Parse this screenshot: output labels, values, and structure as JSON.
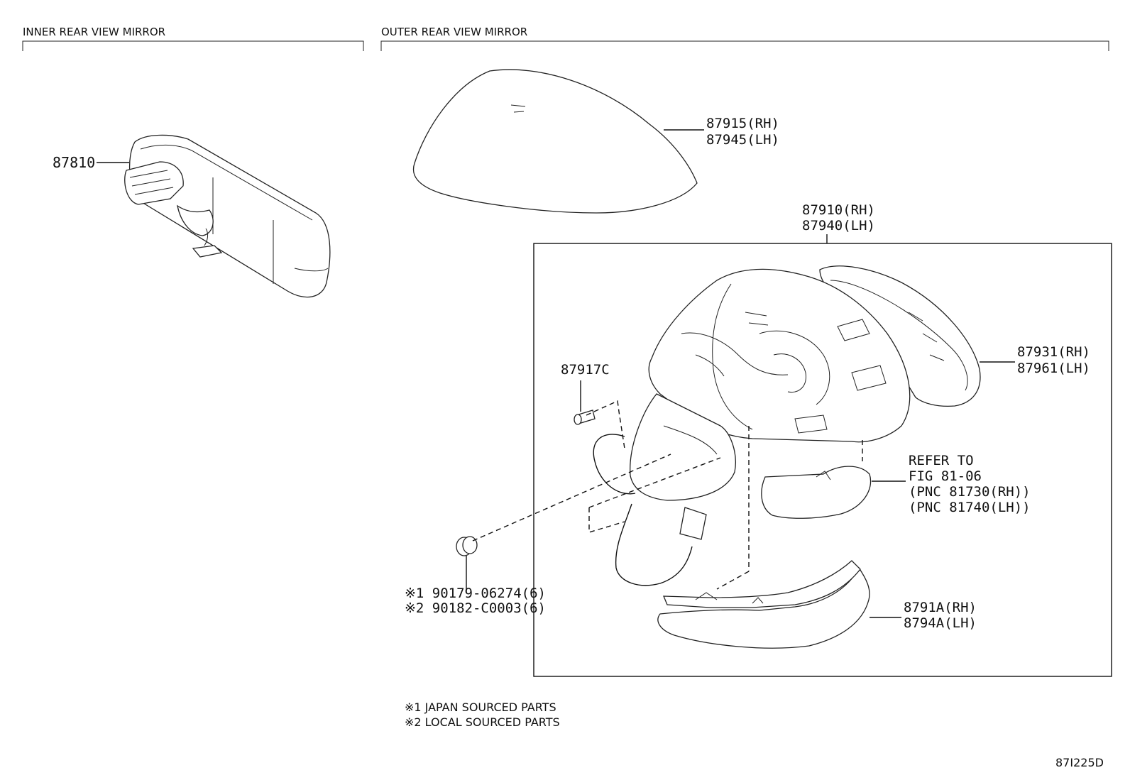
{
  "sections": {
    "inner": {
      "title": "INNER REAR VIEW MIRROR"
    },
    "outer": {
      "title": "OUTER REAR VIEW MIRROR"
    }
  },
  "parts": {
    "inner_mirror": "87810",
    "cover_rh": "87915(RH)",
    "cover_lh": "87945(LH)",
    "assy_rh": "87910(RH)",
    "assy_lh": "87940(LH)",
    "screw": "87917C",
    "glass_rh": "87931(RH)",
    "glass_lh": "87961(LH)",
    "refer_1": "REFER TO",
    "refer_2": "FIG 81-06",
    "refer_3": "(PNC 81730(RH))",
    "refer_4": "(PNC 81740(LH))",
    "clip_1": "※1 90179-06274(6)",
    "clip_2": "※2 90182-C0003(6)",
    "lamp_rh": "8791A(RH)",
    "lamp_lh": "8794A(LH)"
  },
  "notes": {
    "line_1": "※1 JAPAN SOURCED PARTS",
    "line_2": "※2 LOCAL SOURCED PARTS"
  },
  "figure_id": "87I225D"
}
